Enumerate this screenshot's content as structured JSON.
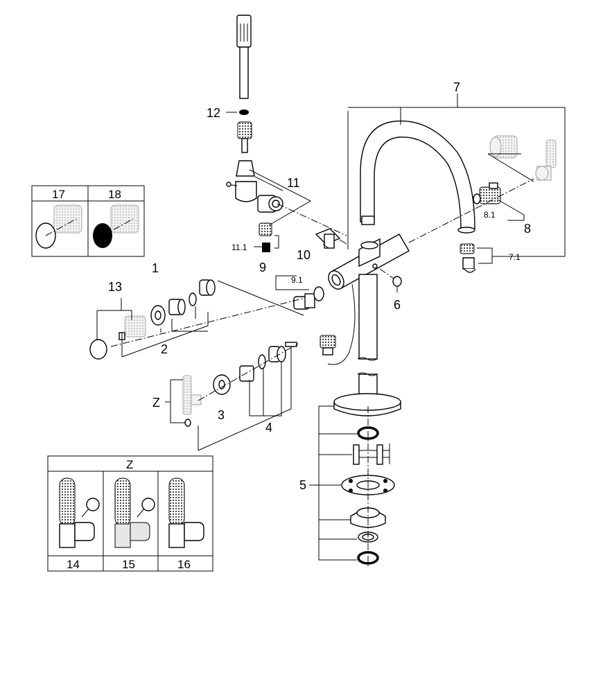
{
  "callouts": {
    "c1": "1",
    "c2": "2",
    "c3": "3",
    "c4": "4",
    "c5": "5",
    "c6": "6",
    "c7": "7",
    "c71": "7.1",
    "c8": "8",
    "c81": "8.1",
    "c9": "9",
    "c91": "9.1",
    "c10": "10",
    "c11": "11",
    "c111": "11.1",
    "c12": "12",
    "c13": "13",
    "cz": "Z"
  },
  "box_finishes": {
    "col_a": "17",
    "col_b": "18"
  },
  "box_z": {
    "title": "Z",
    "opt1": "14",
    "opt2": "15",
    "opt3": "16"
  }
}
